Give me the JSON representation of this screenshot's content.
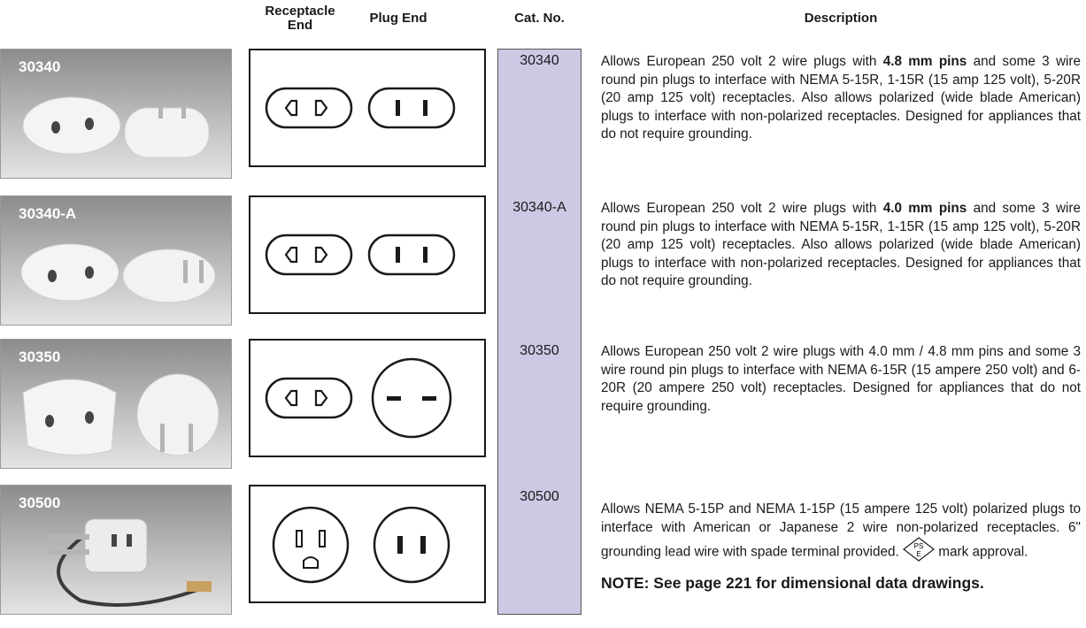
{
  "headers": {
    "receptacle": "Receptacle End",
    "plug": "Plug End",
    "cat": "Cat. No.",
    "description": "Description"
  },
  "rows": [
    {
      "photo_label": "30340",
      "cat": "30340",
      "desc_pre": "Allows European 250 volt 2 wire plugs with ",
      "desc_bold": "4.8 mm pins",
      "desc_post": " and some 3 wire round pin plugs to interface with NEMA 5-15R, 1-15R (15 amp 125 volt), 5-20R (20 amp 125 volt) receptacles. Also allows polarized (wide blade American) plugs to interface with non-polarized receptacles. Designed for appliances that do not require grounding."
    },
    {
      "photo_label": "30340-A",
      "cat": "30340-A",
      "desc_pre": "Allows European 250 volt 2 wire plugs with ",
      "desc_bold": "4.0 mm pins",
      "desc_post": " and some 3 wire round pin plugs to interface with NEMA 5-15R, 1-15R (15 amp 125 volt), 5-20R (20 amp 125 volt) receptacles. Also allows polarized (wide blade American) plugs to interface with non-polarized receptacles. Designed for appliances that do not require grounding."
    },
    {
      "photo_label": "30350",
      "cat": "30350",
      "desc": "Allows European 250 volt 2 wire plugs with 4.0 mm / 4.8 mm pins and some 3 wire round pin plugs to interface with NEMA 6-15R (15 ampere 250 volt) and 6-20R (20 ampere 250 volt) receptacles. Designed for appliances that do not require grounding."
    },
    {
      "photo_label": "30500",
      "cat": "30500",
      "desc_pre": "Allows NEMA 5-15P and NEMA 1-15P (15 ampere 125 volt) polarized plugs to interface with American or Japanese 2 wire non-polarized receptacles. 6\" grounding lead wire with spade terminal provided. ",
      "desc_mark": "PS E",
      "desc_post": " mark approval."
    }
  ],
  "note": "NOTE: See page 221 for dimensional data drawings.",
  "colors": {
    "cat_bar": "#cdc8e4",
    "photo_bg": "#a8a8a8",
    "photo_label": "#ffffff"
  }
}
